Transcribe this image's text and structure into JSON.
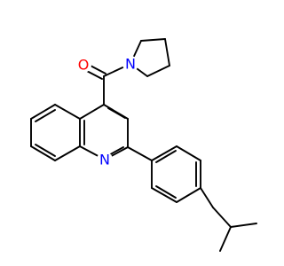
{
  "molecule": {
    "atoms": [
      {
        "symbol": "O",
        "color": "#ff0000"
      },
      {
        "symbol": "N",
        "color": "#0000ff"
      },
      {
        "symbol": "N",
        "color": "#0000ff"
      }
    ]
  }
}
